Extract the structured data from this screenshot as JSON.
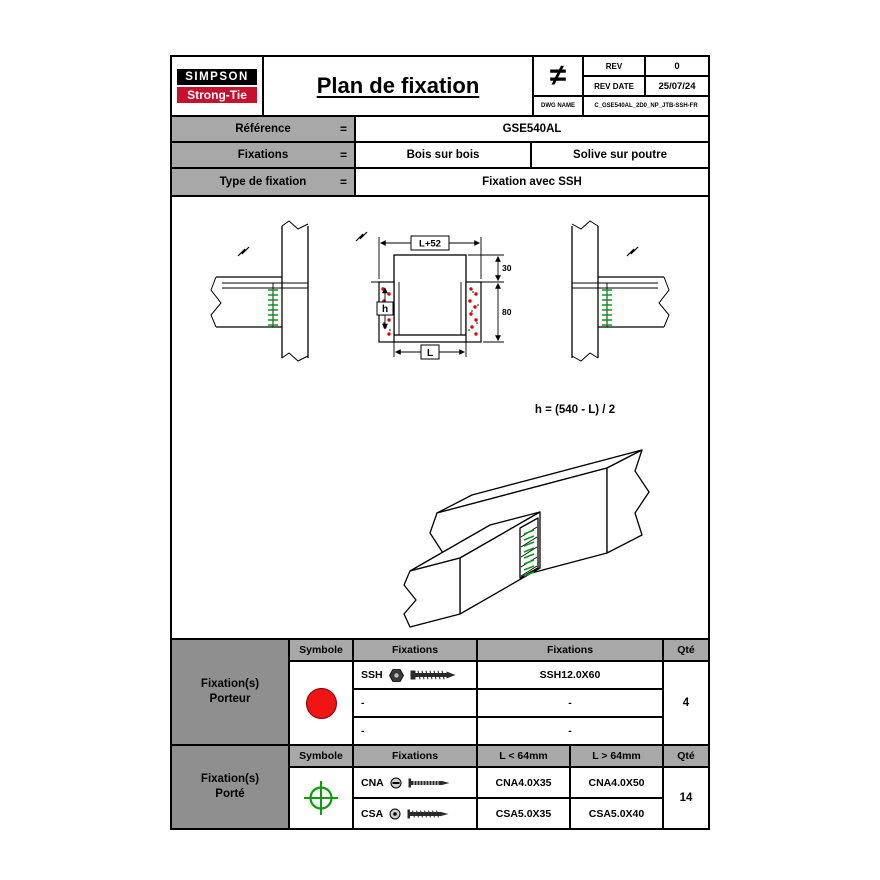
{
  "header": {
    "logo": {
      "top": "SIMPSON",
      "bottom": "Strong-Tie"
    },
    "title": "Plan de fixation",
    "projection_symbol": "≠",
    "rev": {
      "label": "REV",
      "value": "0"
    },
    "rev_date": {
      "label": "REV DATE",
      "value": "25/07/24"
    },
    "dwg_name": {
      "label": "DWG NAME",
      "value": "C_GSE540AL_2D0_NP_JTB-SSH-FR"
    }
  },
  "info": {
    "rows": [
      {
        "label": "Référence",
        "eq": "=",
        "values": [
          "GSE540AL"
        ]
      },
      {
        "label": "Fixations",
        "eq": "=",
        "values": [
          "Bois sur bois",
          "Solive sur poutre"
        ]
      },
      {
        "label": "Type de fixation",
        "eq": "=",
        "values": [
          "Fixation avec SSH"
        ]
      }
    ]
  },
  "drawing": {
    "dim_width_top": "L+52",
    "dim_offset_top": "30",
    "dim_plate_height": "80",
    "dim_width_bottom": "L",
    "dim_height": "h",
    "formula": "h = (540 - L) / 2"
  },
  "porteur_table": {
    "label": "Fixation(s)\nPorteur",
    "headers": [
      "Symbole",
      "Fixations",
      "Fixations",
      "Qté"
    ],
    "symbol": {
      "name": "red-circle-symbol",
      "color": "#f01414"
    },
    "rows": [
      {
        "name": "SSH",
        "icons": [
          "hex-nut-icon",
          "screw-icon"
        ],
        "ref": "SSH12.0X60"
      },
      {
        "name": "-",
        "icons": [],
        "ref": "-"
      },
      {
        "name": "-",
        "icons": [],
        "ref": "-"
      }
    ],
    "qty": "4"
  },
  "porte_table": {
    "label": "Fixation(s)\nPorté",
    "headers": [
      "Symbole",
      "Fixations",
      "L < 64mm",
      "L > 64mm",
      "Qté"
    ],
    "symbol": {
      "name": "green-crosshair-symbol",
      "color": "#0c9c0c"
    },
    "rows": [
      {
        "name": "CNA",
        "icons": [
          "round-head-icon",
          "ring-nail-icon"
        ],
        "short": "CNA4.0X35",
        "long": "CNA4.0X50"
      },
      {
        "name": "CSA",
        "icons": [
          "countersunk-head-icon",
          "screw-nail-icon"
        ],
        "short": "CSA5.0X35",
        "long": "CSA5.0X40"
      }
    ],
    "qty": "14"
  },
  "colors": {
    "strongtie_red": "#c8102e",
    "symbol_red": "#f01414",
    "fastener_green": "#12941a",
    "header_gray": "#a8a8a8",
    "label_gray": "#8f8f8f"
  }
}
